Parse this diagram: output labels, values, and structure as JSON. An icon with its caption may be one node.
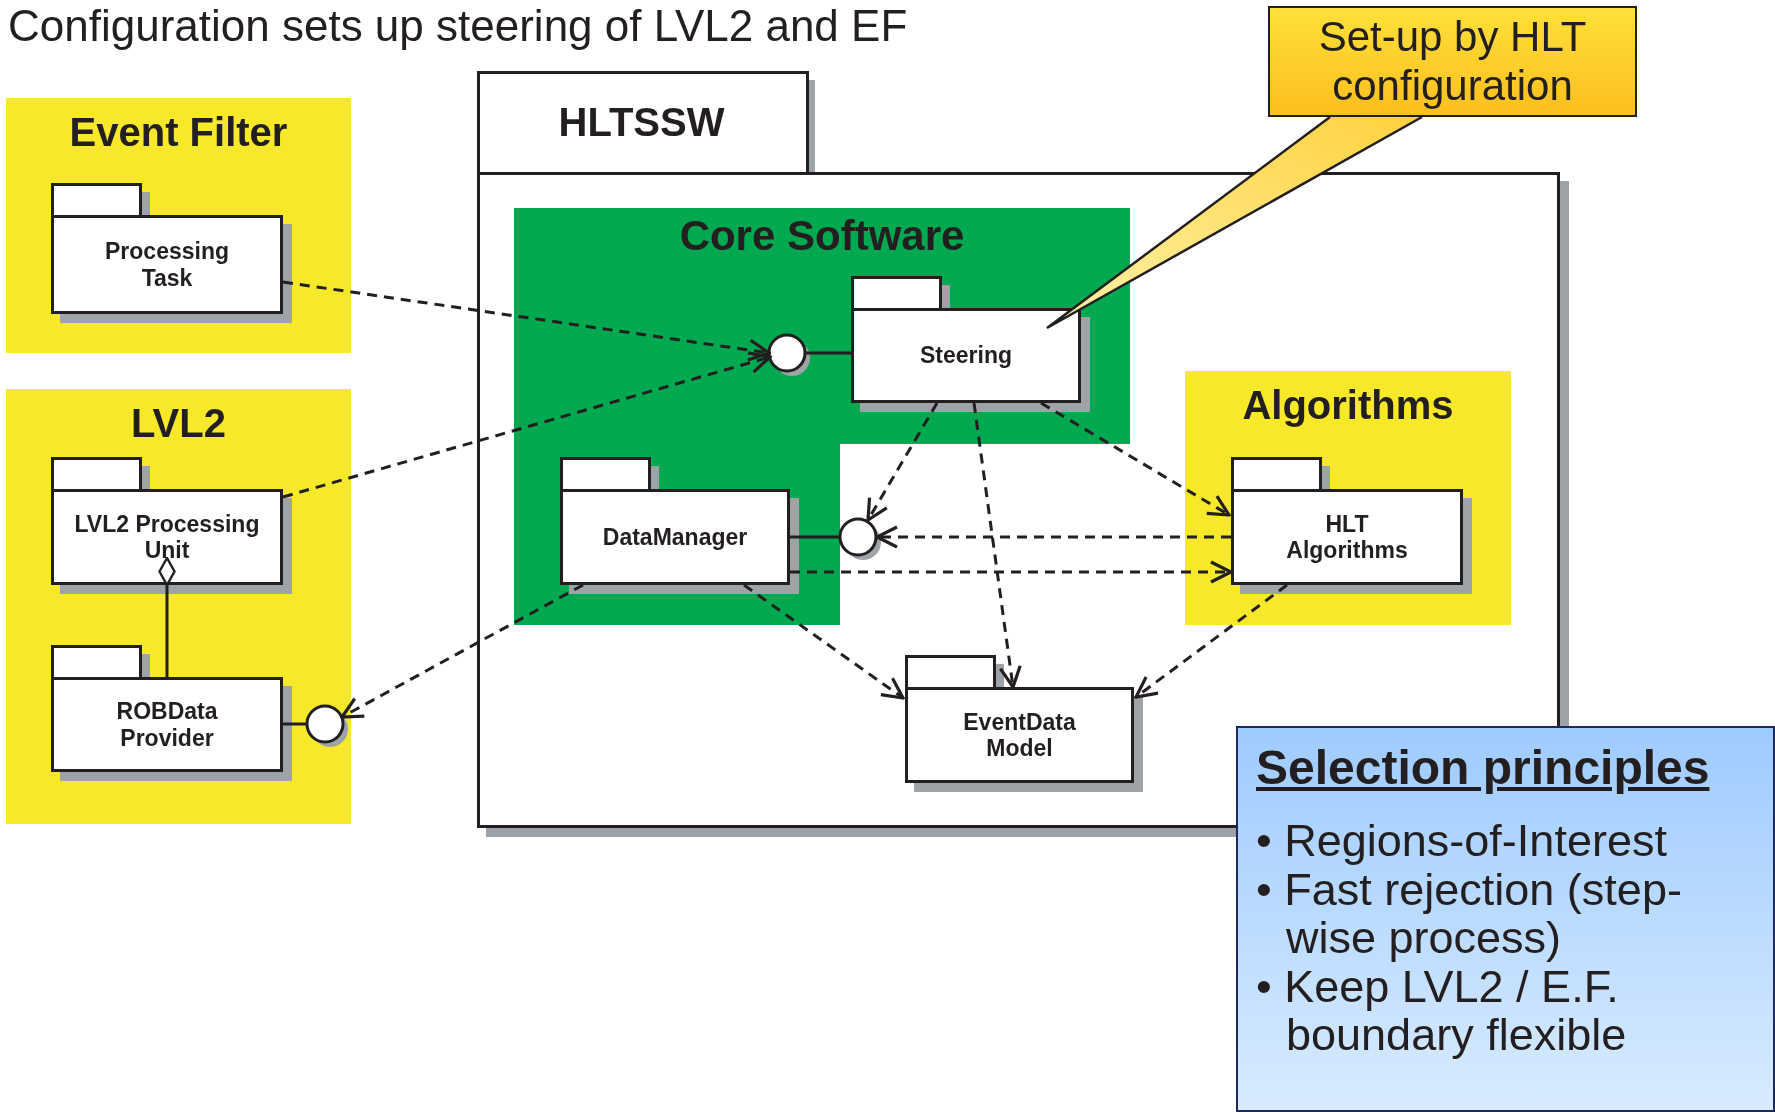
{
  "diagram": {
    "title": "Configuration sets up steering of LVL2 and EF",
    "nodes": [
      {
        "text": [
          "Event Filter"
        ]
      },
      {
        "text": [
          "Processing Task"
        ],
        "in": 0
      },
      {
        "text": [
          "LVL2"
        ]
      },
      {
        "text": [
          "LVL2 Processing Unit"
        ],
        "in": 2
      },
      {
        "text": [
          "ROBData Provider"
        ],
        "in": 2
      },
      {
        "text": [],
        "shape": "circle",
        "in": 2
      },
      {
        "text": [
          "HLTSSW"
        ]
      },
      {
        "text": [
          "Core Software"
        ],
        "in": 6
      },
      {
        "text": [
          "Steering"
        ],
        "in": 7
      },
      {
        "text": [],
        "shape": "circle",
        "in": 7
      },
      {
        "text": [
          "DataManager"
        ],
        "in": 7
      },
      {
        "text": [],
        "shape": "circle",
        "in": 6
      },
      {
        "text": [
          "Algorithms"
        ],
        "in": 6
      },
      {
        "text": [
          "HLT Algorithms"
        ],
        "in": 12
      },
      {
        "text": [
          "EventData Model"
        ],
        "in": 6
      },
      {
        "text": [
          "Set-up by HLT configuration"
        ]
      },
      {
        "text": [
          "Selection principles",
          "• Regions-of-Interest",
          "• Fast rejection (step-wise process)",
          "• Keep LVL2 / E.F. boundary flexible"
        ]
      }
    ],
    "edges": [
      {
        "from": 1,
        "to": 9,
        "arrow": "to",
        "style": "dashed"
      },
      {
        "from": 3,
        "to": 9,
        "arrow": "to",
        "style": "dashed"
      },
      {
        "from": 10,
        "to": 5,
        "arrow": "to",
        "style": "dashed"
      },
      {
        "from": 3,
        "to": 4,
        "arrow": "other"
      },
      {
        "from": 8,
        "to": 11,
        "arrow": "to",
        "style": "dashed"
      },
      {
        "from": 13,
        "to": 11,
        "arrow": "to",
        "style": "dashed"
      },
      {
        "from": 10,
        "to": 13,
        "arrow": "to",
        "style": "dashed"
      },
      {
        "from": 8,
        "to": 13,
        "arrow": "to",
        "style": "dashed"
      },
      {
        "from": 8,
        "to": 14,
        "arrow": "to",
        "style": "dashed"
      },
      {
        "from": 10,
        "to": 14,
        "arrow": "to",
        "style": "dashed"
      },
      {
        "from": 13,
        "to": 14,
        "arrow": "to",
        "style": "dashed"
      },
      {
        "from": 11,
        "to": 10,
        "arrow": "none"
      },
      {
        "from": 9,
        "to": 8,
        "arrow": "none"
      },
      {
        "from": 5,
        "to": 4,
        "arrow": "none"
      }
    ]
  }
}
